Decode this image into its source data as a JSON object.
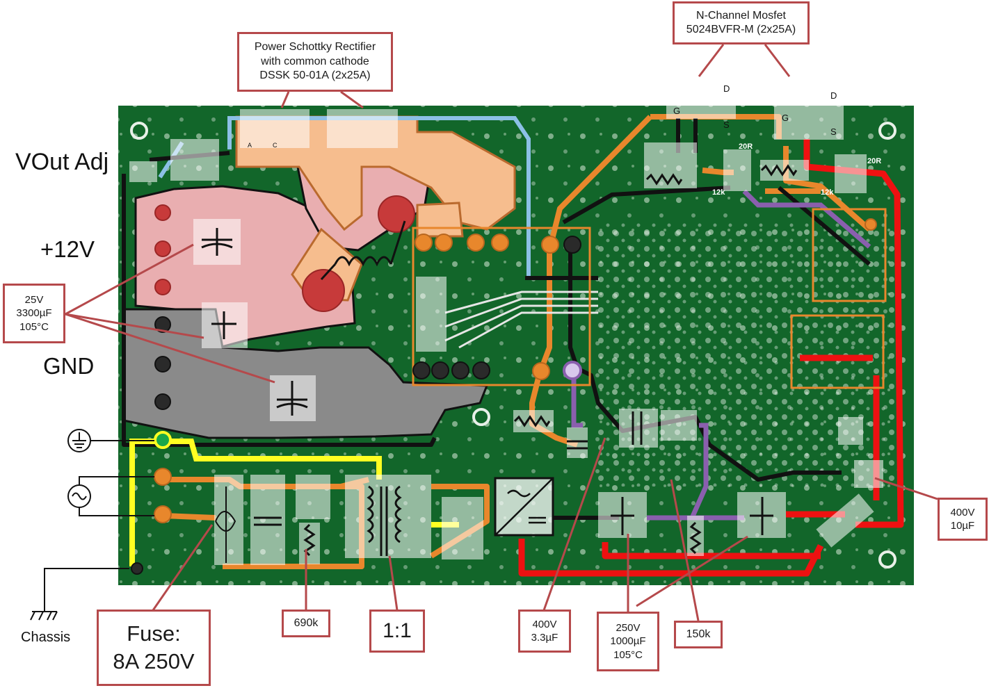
{
  "labels": {
    "vout_adj": "VOut Adj",
    "plus12v": "+12V",
    "gnd": "GND",
    "chassis": "Chassis"
  },
  "callouts": {
    "schottky": "Power Schottky Rectifier\nwith common cathode\nDSSK 50-01A (2x25A)",
    "mosfet": "N-Channel Mosfet\n5024BVFR-M (2x25A)",
    "cap_out": "25V\n3300µF\n105°C",
    "cap_400v_10": "400V\n10µF",
    "fuse": "Fuse:\n8A 250V",
    "r690k": "690k",
    "trafo": "1:1",
    "cap_400v_3": "400V\n3.3µF",
    "cap_250v": "250V\n1000µF\n105°C",
    "r150k": "150k"
  },
  "component_marks": {
    "gate1": "G",
    "drain1": "D",
    "source1": "S",
    "gate2": "G",
    "drain2": "D",
    "source2": "S",
    "r20_1": "20R",
    "r20_2": "20R",
    "r12_1": "12k",
    "r12_2": "12k",
    "pin_a": "A",
    "pin_c": "C"
  },
  "colors": {
    "board": "#12662a",
    "callout_border": "#b5494b",
    "trace_orange": "#e8872c",
    "trace_black": "#111111",
    "trace_red": "#ee1111",
    "trace_yellow": "#ffff22",
    "trace_blue": "#8cc0e6",
    "trace_purple": "#8a5fae",
    "zone_pink": "#e9aeb0",
    "zone_peach": "#f6bd8e",
    "zone_gray": "#8a8a8a"
  }
}
